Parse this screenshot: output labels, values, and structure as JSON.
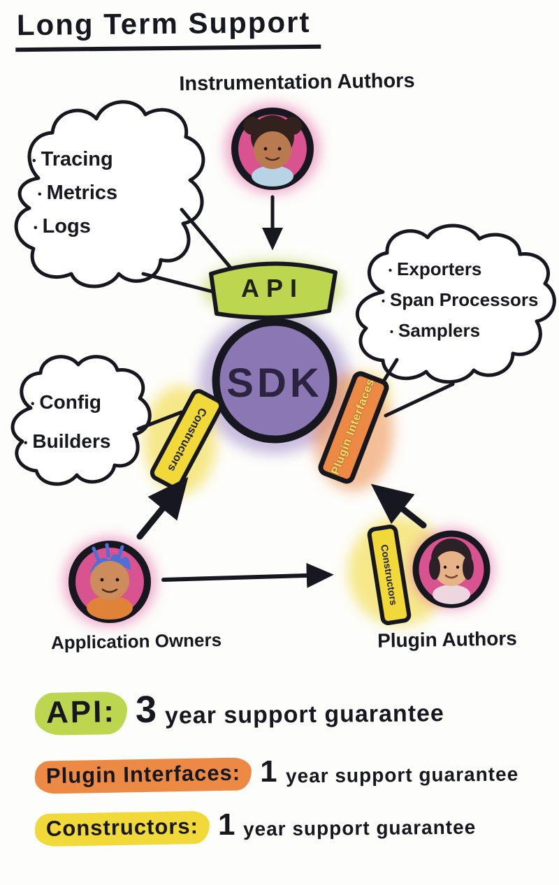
{
  "title": "Long Term Support",
  "bullet": "•",
  "nodes": {
    "instrumentation_authors": "Instrumentation Authors",
    "application_owners": "Application Owners",
    "plugin_authors": "Plugin Authors",
    "api": "API",
    "sdk": "SDK",
    "constructors": "Constructors",
    "plugin_interfaces": "Plugin Interfaces",
    "plugin_authors_constructors": "Constructors"
  },
  "clouds": {
    "api_concerns": {
      "items": [
        "Tracing",
        "Metrics",
        "Logs"
      ]
    },
    "plugin_concerns": {
      "items": [
        "Exporters",
        "Span Processors",
        "Samplers"
      ]
    },
    "constructor_concerns": {
      "items": [
        "Config",
        "Builders"
      ]
    }
  },
  "legend": {
    "rows": [
      {
        "term": "API:",
        "number": "3",
        "text": "year support guarantee",
        "highlight_color": "#bcd64f"
      },
      {
        "term": "Plugin Interfaces:",
        "number": "1",
        "text": "year support guarantee",
        "highlight_color": "#ef8f4a"
      },
      {
        "term": "Constructors:",
        "number": "1",
        "text": "year support guarantee",
        "highlight_color": "#f2d93a"
      }
    ]
  },
  "colors": {
    "ink": "#17171f",
    "api_green": "#bcd64f",
    "sdk_purple": "#8a77b4",
    "constructors_yellow": "#f2d93a",
    "plugin_orange": "#ec8a45",
    "avatar_pink": "#d85390"
  }
}
